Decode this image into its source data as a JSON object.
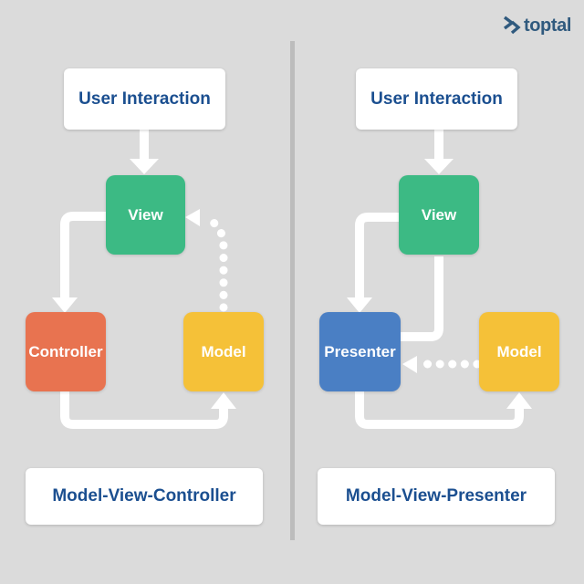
{
  "logo": {
    "text": "toptal",
    "icon": "toptal-double-chevron"
  },
  "colors": {
    "background": "#dbdbdb",
    "divider": "#bcbcbc",
    "heading_text": "#1b4f90",
    "node_text": "#ffffff",
    "view_green": "#3cba84",
    "controller_orange": "#e87350",
    "presenter_blue": "#4a7fc4",
    "model_yellow": "#f5c138",
    "arrow_white": "#ffffff",
    "logo_blue": "#305a7e"
  },
  "diagrams": [
    {
      "user_interaction": "User Interaction",
      "nodes": {
        "view": "View",
        "left": "Controller",
        "right": "Model"
      },
      "caption": "Model-View-Controller",
      "edges": [
        {
          "from": "User Interaction",
          "to": "View",
          "style": "solid"
        },
        {
          "from": "View",
          "to": "Controller",
          "style": "solid"
        },
        {
          "from": "Controller",
          "to": "Model",
          "style": "solid"
        },
        {
          "from": "Model",
          "to": "View",
          "style": "dotted"
        }
      ]
    },
    {
      "user_interaction": "User Interaction",
      "nodes": {
        "view": "View",
        "left": "Presenter",
        "right": "Model"
      },
      "caption": "Model-View-Presenter",
      "edges": [
        {
          "from": "User Interaction",
          "to": "View",
          "style": "solid"
        },
        {
          "from": "View",
          "to": "Presenter",
          "style": "solid"
        },
        {
          "from": "Presenter",
          "to": "View",
          "style": "solid"
        },
        {
          "from": "Presenter",
          "to": "Model",
          "style": "solid"
        },
        {
          "from": "Model",
          "to": "Presenter",
          "style": "dotted"
        }
      ]
    }
  ]
}
